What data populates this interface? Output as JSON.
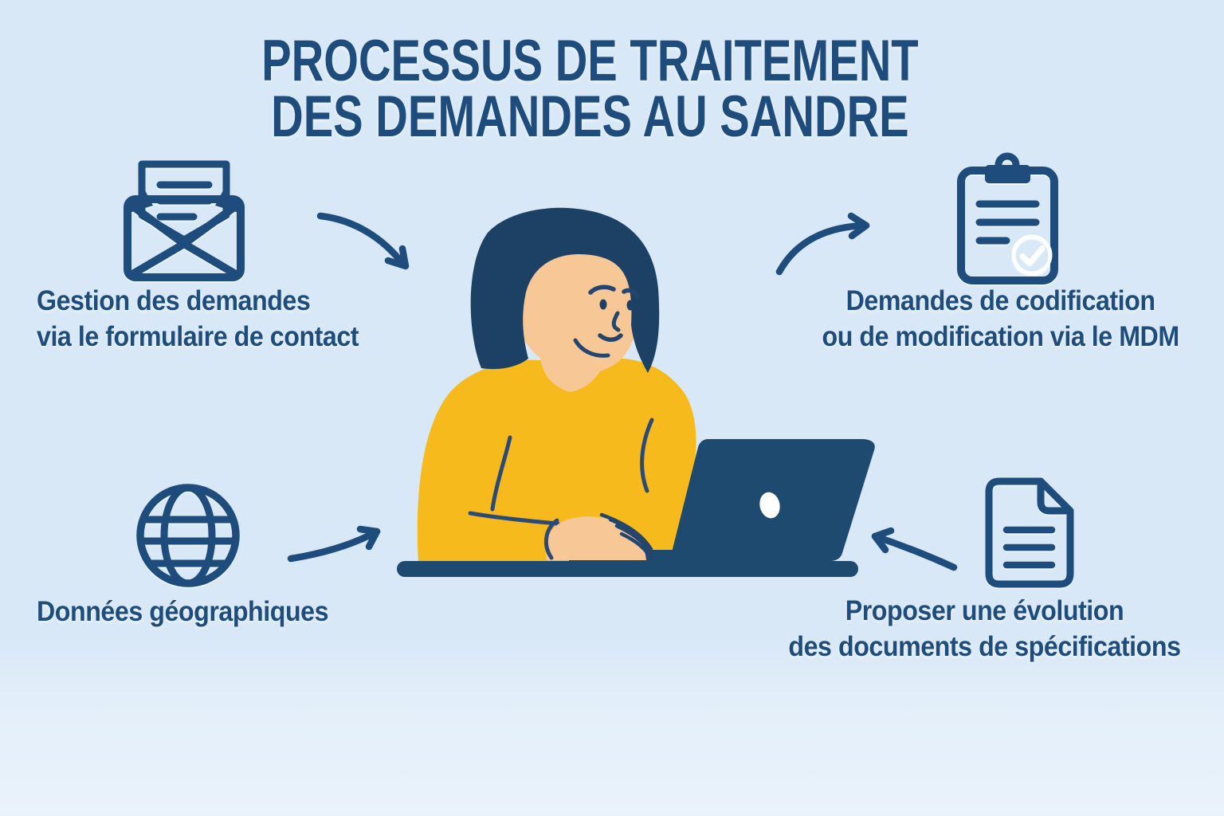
{
  "title": {
    "line1": "PROCESSUS DE TRAITEMENT",
    "line2": "DES DEMANDES AU SANDRE"
  },
  "steps": {
    "top_left": {
      "icon": "open-envelope-letter-icon",
      "line1": "Gestion des demandes",
      "line2": "via le formulaire de contact"
    },
    "top_right": {
      "icon": "clipboard-check-icon",
      "line1": "Demandes de codification",
      "line2": "ou de modification via le MDM"
    },
    "bottom_left": {
      "icon": "globe-icon",
      "line1": "Données géographiques"
    },
    "bottom_right": {
      "icon": "document-lines-icon",
      "line1": "Proposer une évolution",
      "line2": "des documents de spécifications"
    }
  },
  "center_illustration": "woman-at-laptop",
  "colors": {
    "bg": "#d8e8f7",
    "bg-b": "#eaf3fb",
    "ink": "#1e4c7c",
    "hair": "#1d4065",
    "navy": "#1f4a70",
    "yellow": "#f6ba1c",
    "skin": "#f8c796",
    "line": "#2b4a78",
    "feat": "#24456c"
  }
}
